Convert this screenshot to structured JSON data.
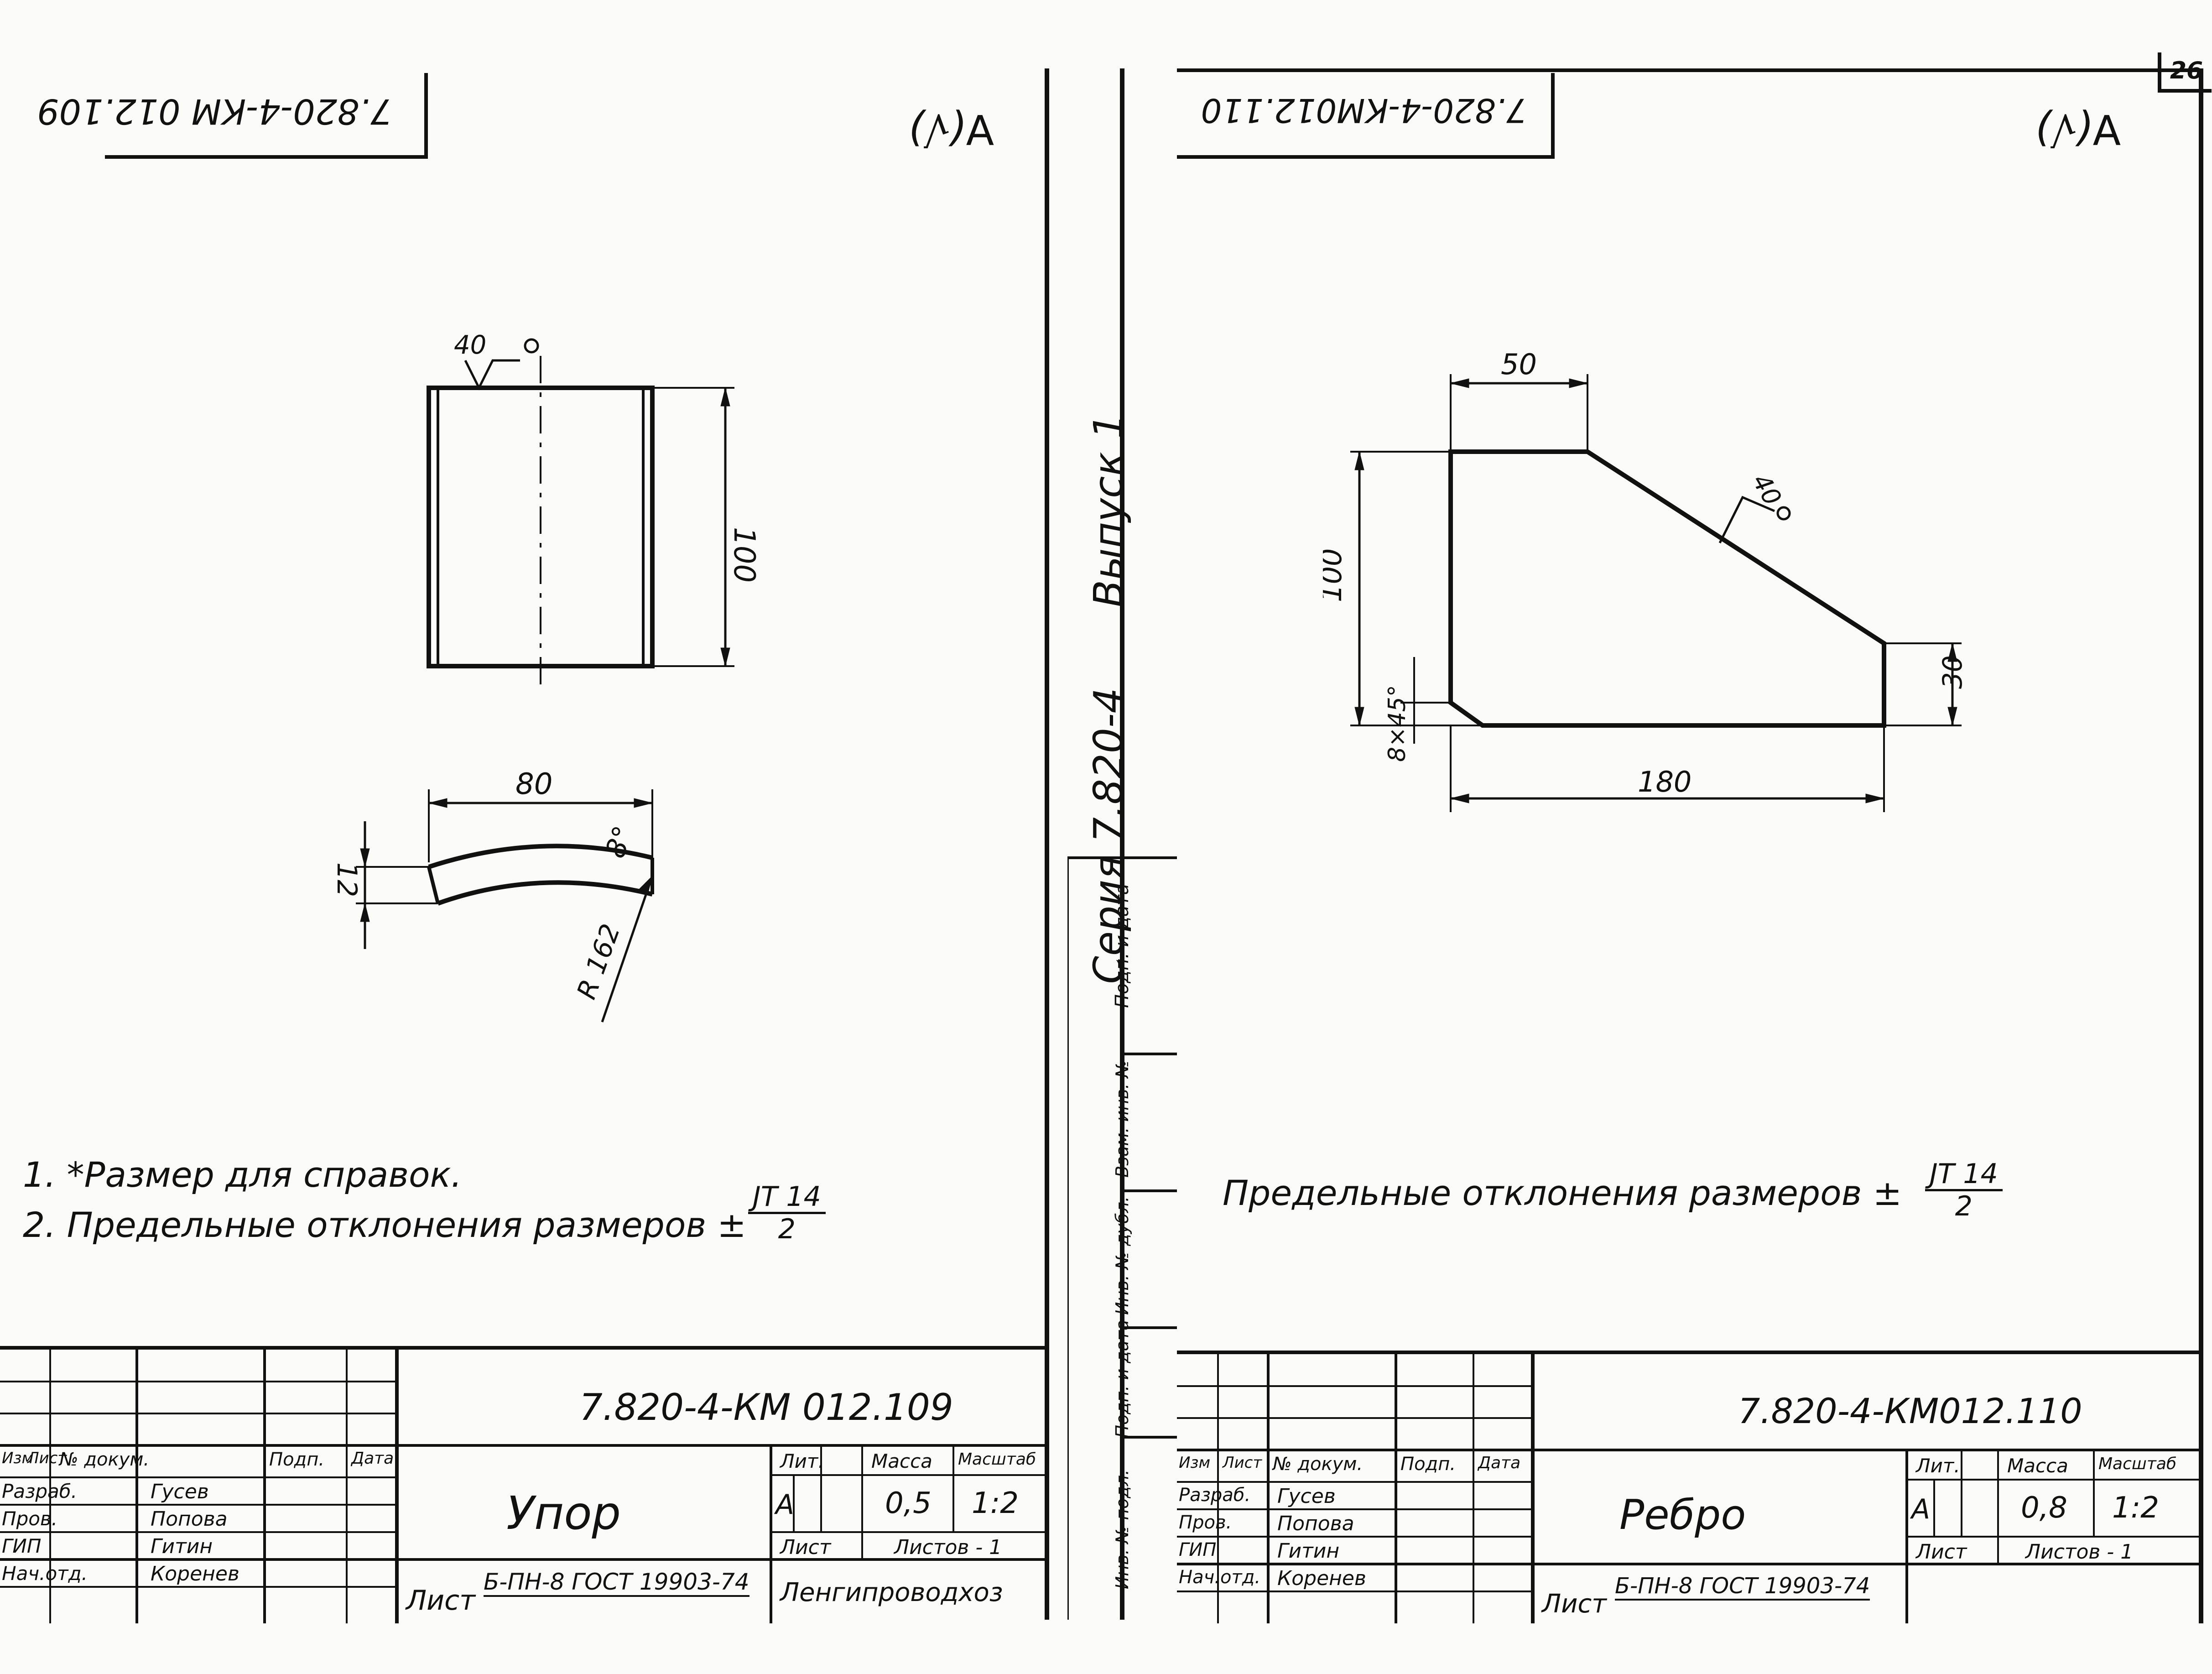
{
  "page_number": "26",
  "side_strip": {
    "series": "Серия 7.820-4",
    "issue": "Выпуск 1",
    "fields": [
      "Подп. и дата",
      "Взам. инв. №",
      "Инв. № дубл.",
      "Подп. и дата",
      "Инв. № подл."
    ]
  },
  "left": {
    "top_stamp": "7.820-4-КМ 012.109",
    "roughness": "∀(√)",
    "drawing": {
      "weld_mark": "40",
      "dim_height": "100",
      "dim_width": "80",
      "dim_thickness": "12",
      "dim_angle": "8°",
      "dim_radius": "R 162"
    },
    "notes": [
      "1. *Размер для справок.",
      "2. Предельные отклонения размеров ±"
    ],
    "tolerance_num": "JT 14",
    "tolerance_den": "2",
    "title_block": {
      "code": "7.820-4-КМ 012.109",
      "name": "Упор",
      "headers": {
        "izm": "Изм",
        "list": "Лист",
        "doc": "№ докум.",
        "sign": "Подп.",
        "date": "Дата"
      },
      "roles": [
        "Разраб.",
        "Пров.",
        "ГИП",
        "Нач.отд."
      ],
      "people": [
        "Гусев",
        "Попова",
        "Гитин",
        "Коренев"
      ],
      "lit_label": "Лит.",
      "mass_label": "Масса",
      "scale_label": "Масштаб",
      "lit": "А",
      "mass": "0,5",
      "scale": "1:2",
      "sheet_label": "Лист",
      "sheets_label": "Листов - 1",
      "material_prefix": "Лист",
      "material": "Б-ПН-8 ГОСТ 19903-74",
      "org": "Ленгипроводхоз"
    }
  },
  "right": {
    "top_stamp": "7.820-4-КМ012.110",
    "roughness": "∀(√)",
    "drawing": {
      "dim_top": "50",
      "weld_mark": "40",
      "dim_height": "100",
      "dim_right": "30",
      "dim_bottom": "180",
      "dim_chamfer": "8×45°"
    },
    "note": "Предельные отклонения размеров ±",
    "tolerance_num": "JT 14",
    "tolerance_den": "2",
    "title_block": {
      "code": "7.820-4-КМ012.110",
      "name": "Ребро",
      "headers": {
        "izm": "Изм",
        "list": "Лист",
        "doc": "№ докум.",
        "sign": "Подп.",
        "date": "Дата"
      },
      "roles": [
        "Разраб.",
        "Пров.",
        "ГИП",
        "Нач.отд."
      ],
      "people": [
        "Гусев",
        "Попова",
        "Гитин",
        "Коренев"
      ],
      "lit_label": "Лит.",
      "mass_label": "Масса",
      "scale_label": "Масштаб",
      "lit": "А",
      "mass": "0,8",
      "scale": "1:2",
      "sheet_label": "Лист",
      "sheets_label": "Листов - 1",
      "material_prefix": "Лист",
      "material": "Б-ПН-8 ГОСТ 19903-74"
    }
  }
}
